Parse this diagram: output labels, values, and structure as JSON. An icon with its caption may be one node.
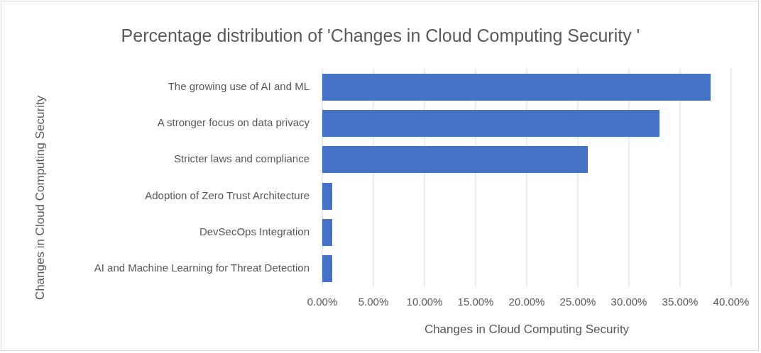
{
  "diagram": {
    "chart_data": {
      "type": "bar",
      "orientation": "horizontal",
      "title": "Percentage distribution of 'Changes in Cloud Computing Security '",
      "xlabel": "Changes in Cloud Computing Security",
      "ylabel": "Changes in Cloud Computing Security",
      "categories": [
        "The growing use of AI and ML",
        "A stronger focus on data privacy",
        "Stricter laws and compliance",
        "Adoption of Zero Trust Architecture",
        "DevSecOps Integration",
        "AI and Machine Learning for Threat Detection"
      ],
      "series": [
        {
          "color": "#4472c4",
          "values": [
            38,
            33,
            26,
            1,
            1,
            1
          ]
        }
      ],
      "xlim": [
        0,
        40
      ],
      "grid": true,
      "xticks": [
        {
          "value": 0,
          "label": "0.00%"
        },
        {
          "value": 5,
          "label": "5.00%"
        },
        {
          "value": 10,
          "label": "10.00%"
        },
        {
          "value": 15,
          "label": "15.00%"
        },
        {
          "value": 20,
          "label": "20.00%"
        },
        {
          "value": 25,
          "label": "25.00%"
        },
        {
          "value": 30,
          "label": "30.00%"
        },
        {
          "value": 35,
          "label": "35.00%"
        },
        {
          "value": 40,
          "label": "40.00%"
        }
      ]
    }
  }
}
